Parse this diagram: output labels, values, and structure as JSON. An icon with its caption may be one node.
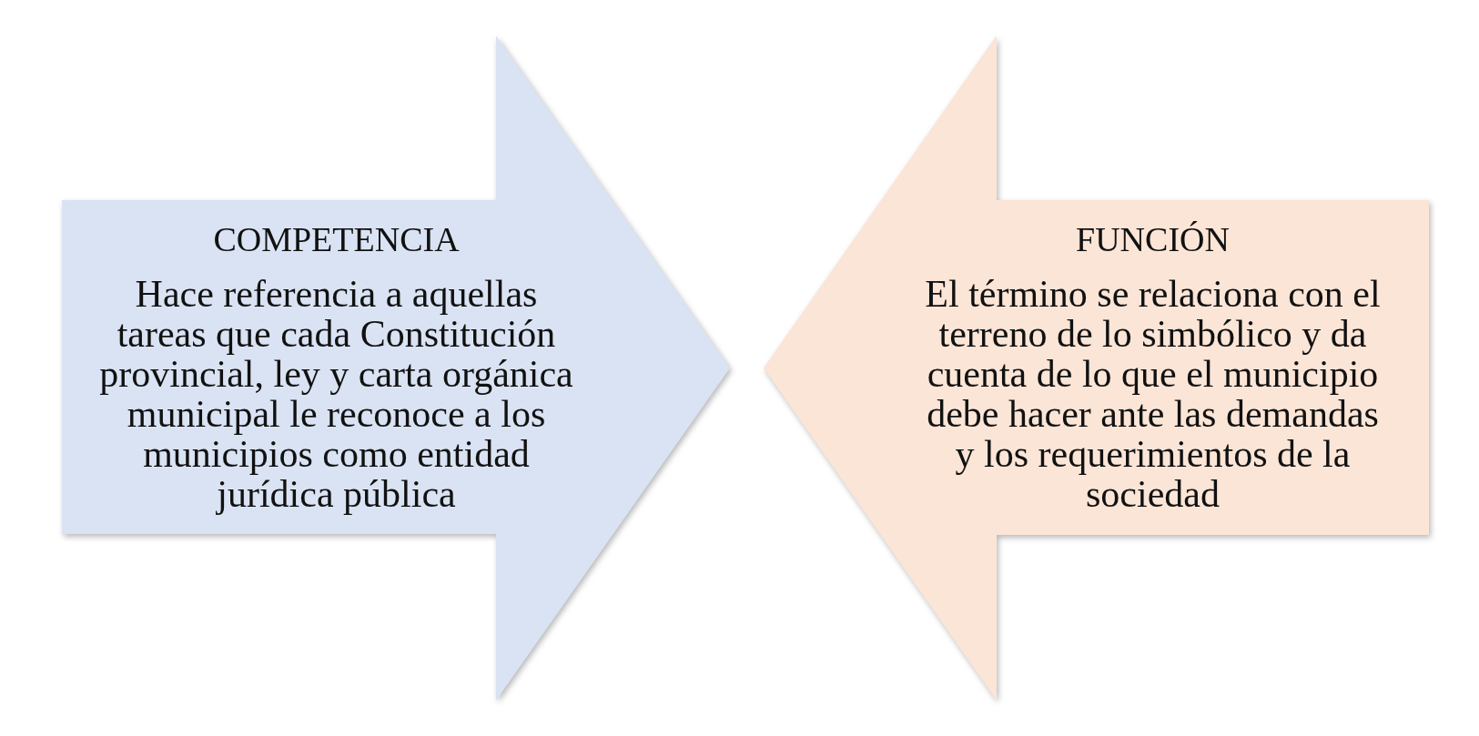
{
  "diagram": {
    "nodes": [
      {
        "text": [
          "COMPETENCIA",
          "Hace referencia a aquellas tareas que cada Constitución provincial, ley y carta orgánica municipal le reconoce a los municipios como entidad jurídica pública"
        ]
      },
      {
        "text": [
          "FUNCIÓN",
          "El término se relaciona con el terreno de lo simbólico y da cuenta de lo que el municipio debe hacer ante las demandas y los requerimientos de la sociedad"
        ]
      }
    ]
  }
}
